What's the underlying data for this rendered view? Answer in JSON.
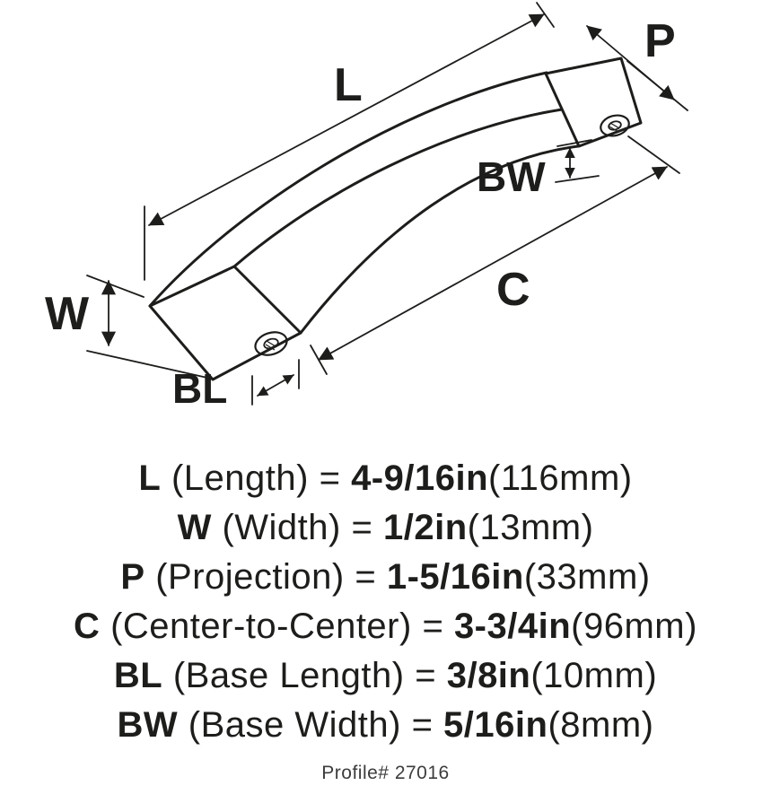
{
  "diagram": {
    "dim_labels": {
      "length": "L",
      "projection": "P",
      "base_width": "BW",
      "center_to_center": "C",
      "width": "W",
      "base_length": "BL"
    }
  },
  "specs": [
    {
      "abbr": "L",
      "label": "(Length)",
      "eq": "=",
      "value": "4-9/16in",
      "metric": "(116mm)"
    },
    {
      "abbr": "W",
      "label": "(Width)",
      "eq": "=",
      "value": "1/2in",
      "metric": "(13mm)"
    },
    {
      "abbr": "P",
      "label": "(Projection)",
      "eq": "=",
      "value": "1-5/16in",
      "metric": "(33mm)"
    },
    {
      "abbr": "C",
      "label": "(Center-to-Center)",
      "eq": "=",
      "value": "3-3/4in",
      "metric": "(96mm)"
    },
    {
      "abbr": "BL",
      "label": "(Base Length)",
      "eq": "=",
      "value": "3/8in",
      "metric": "(10mm)"
    },
    {
      "abbr": "BW",
      "label": "(Base Width)",
      "eq": "=",
      "value": "5/16in",
      "metric": "(8mm)"
    }
  ],
  "footer": {
    "profile_label": "Profile# 27016"
  },
  "colors": {
    "line": "#1d1d1b",
    "text": "#1d1d1b"
  }
}
